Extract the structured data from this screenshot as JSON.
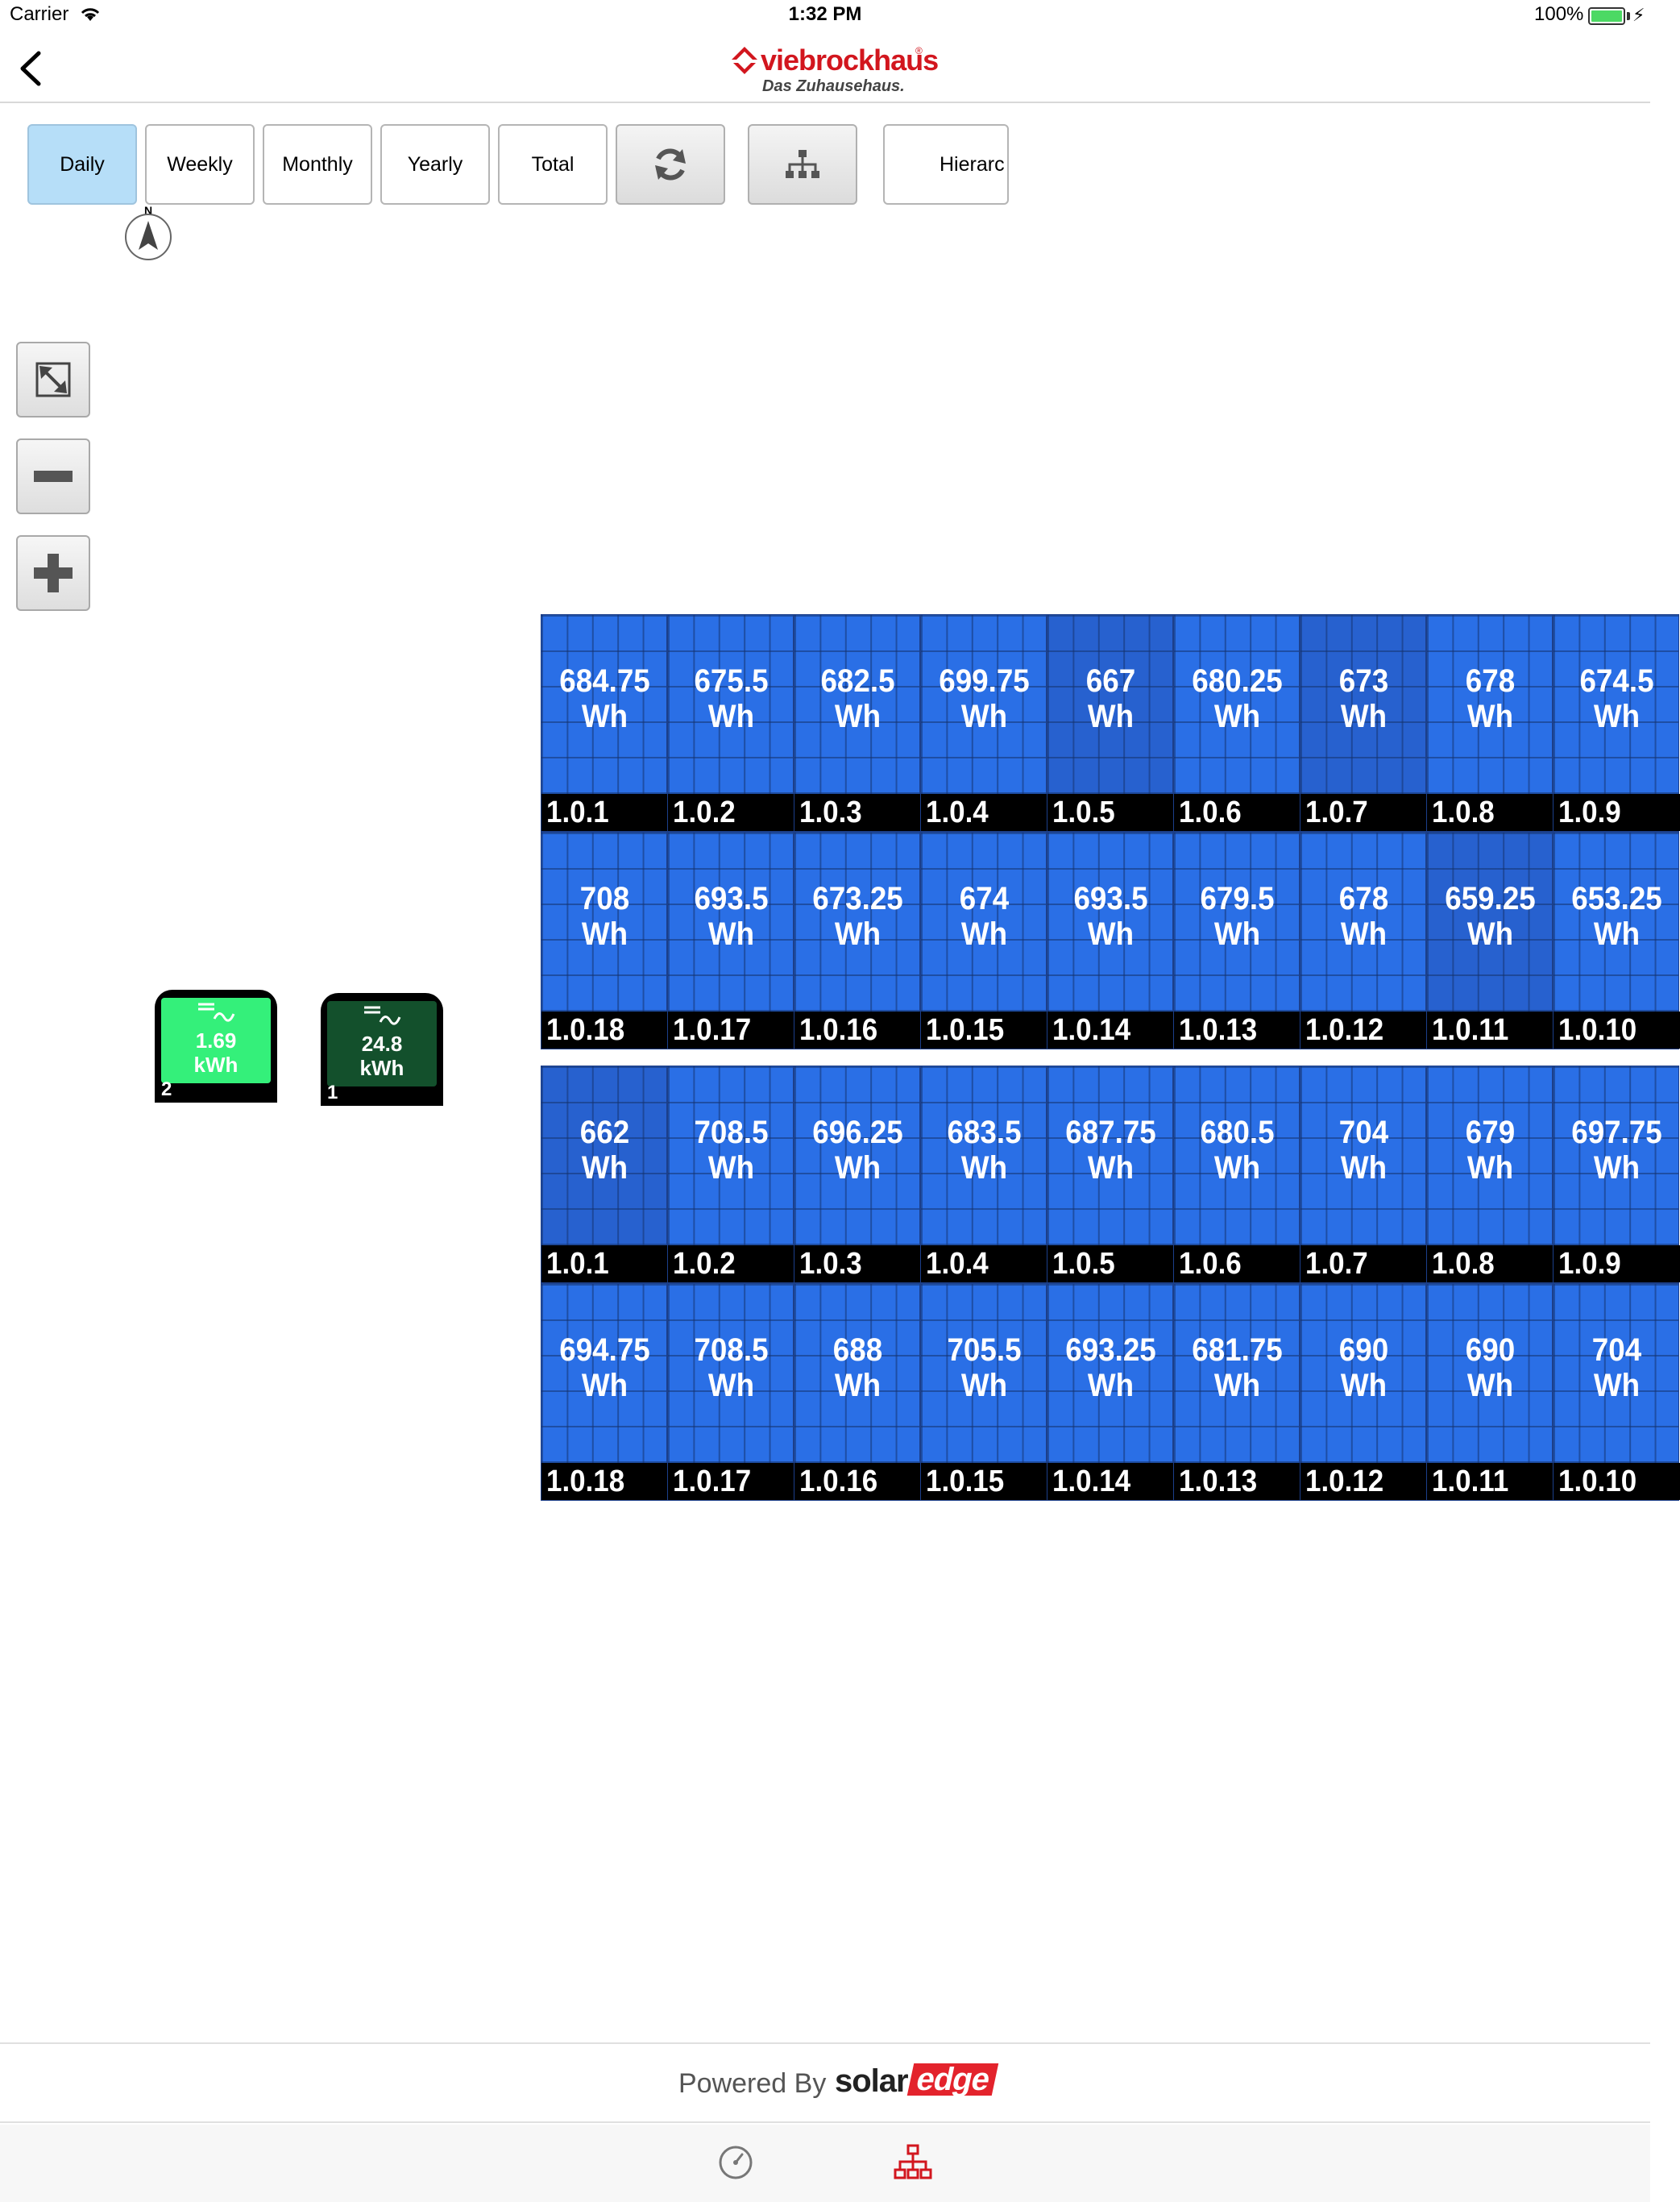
{
  "status_bar": {
    "carrier": "Carrier",
    "time": "1:32 PM",
    "battery": "100%"
  },
  "header": {
    "brand_name": "viebrockhaus",
    "brand_tagline": "Das Zuhausehaus."
  },
  "toolbar": {
    "daily": "Daily",
    "weekly": "Weekly",
    "monthly": "Monthly",
    "yearly": "Yearly",
    "total": "Total",
    "hierarchy": "Hierarc"
  },
  "compass_label": "N",
  "inverters": [
    {
      "value": "1.69",
      "unit": "kWh",
      "number": "2",
      "screen_color": "#34f07a"
    },
    {
      "value": "24.8",
      "unit": "kWh",
      "number": "1",
      "screen_color": "#13502c"
    }
  ],
  "panel_rows": [
    {
      "panels": [
        {
          "value": "684.75",
          "unit": "Wh",
          "label": "1.0.1"
        },
        {
          "value": "675.5",
          "unit": "Wh",
          "label": "1.0.2"
        },
        {
          "value": "682.5",
          "unit": "Wh",
          "label": "1.0.3"
        },
        {
          "value": "699.75",
          "unit": "Wh",
          "label": "1.0.4"
        },
        {
          "value": "667",
          "unit": "Wh",
          "label": "1.0.5"
        },
        {
          "value": "680.25",
          "unit": "Wh",
          "label": "1.0.6"
        },
        {
          "value": "673",
          "unit": "Wh",
          "label": "1.0.7"
        },
        {
          "value": "678",
          "unit": "Wh",
          "label": "1.0.8"
        },
        {
          "value": "674.5",
          "unit": "Wh",
          "label": "1.0.9"
        }
      ]
    },
    {
      "panels": [
        {
          "value": "708",
          "unit": "Wh",
          "label": "1.0.18"
        },
        {
          "value": "693.5",
          "unit": "Wh",
          "label": "1.0.17"
        },
        {
          "value": "673.25",
          "unit": "Wh",
          "label": "1.0.16"
        },
        {
          "value": "674",
          "unit": "Wh",
          "label": "1.0.15"
        },
        {
          "value": "693.5",
          "unit": "Wh",
          "label": "1.0.14"
        },
        {
          "value": "679.5",
          "unit": "Wh",
          "label": "1.0.13"
        },
        {
          "value": "678",
          "unit": "Wh",
          "label": "1.0.12"
        },
        {
          "value": "659.25",
          "unit": "Wh",
          "label": "1.0.11"
        },
        {
          "value": "653.25",
          "unit": "Wh",
          "label": "1.0.10"
        }
      ]
    },
    {
      "panels": [
        {
          "value": "662",
          "unit": "Wh",
          "label": "1.0.1"
        },
        {
          "value": "708.5",
          "unit": "Wh",
          "label": "1.0.2"
        },
        {
          "value": "696.25",
          "unit": "Wh",
          "label": "1.0.3"
        },
        {
          "value": "683.5",
          "unit": "Wh",
          "label": "1.0.4"
        },
        {
          "value": "687.75",
          "unit": "Wh",
          "label": "1.0.5"
        },
        {
          "value": "680.5",
          "unit": "Wh",
          "label": "1.0.6"
        },
        {
          "value": "704",
          "unit": "Wh",
          "label": "1.0.7"
        },
        {
          "value": "679",
          "unit": "Wh",
          "label": "1.0.8"
        },
        {
          "value": "697.75",
          "unit": "Wh",
          "label": "1.0.9"
        }
      ]
    },
    {
      "panels": [
        {
          "value": "694.75",
          "unit": "Wh",
          "label": "1.0.18"
        },
        {
          "value": "708.5",
          "unit": "Wh",
          "label": "1.0.17"
        },
        {
          "value": "688",
          "unit": "Wh",
          "label": "1.0.16"
        },
        {
          "value": "705.5",
          "unit": "Wh",
          "label": "1.0.15"
        },
        {
          "value": "693.25",
          "unit": "Wh",
          "label": "1.0.14"
        },
        {
          "value": "681.75",
          "unit": "Wh",
          "label": "1.0.13"
        },
        {
          "value": "690",
          "unit": "Wh",
          "label": "1.0.12"
        },
        {
          "value": "690",
          "unit": "Wh",
          "label": "1.0.11"
        },
        {
          "value": "704",
          "unit": "Wh",
          "label": "1.0.10"
        }
      ]
    }
  ],
  "footer": {
    "powered_by": "Powered By",
    "brand_part1": "solar",
    "brand_part2": "edge"
  },
  "colors": {
    "accent_red": "#d2161e",
    "panel_blue": "#2a6fe6",
    "active_tab": "#b6def8"
  },
  "icons": {
    "refresh": "refresh-icon",
    "layout": "layout-tree-icon",
    "fit": "fit-screen-icon",
    "zoom_out": "minus-icon",
    "zoom_in": "plus-icon",
    "dashboard_tab": "dashboard-icon",
    "layout_tab": "site-layout-icon"
  }
}
